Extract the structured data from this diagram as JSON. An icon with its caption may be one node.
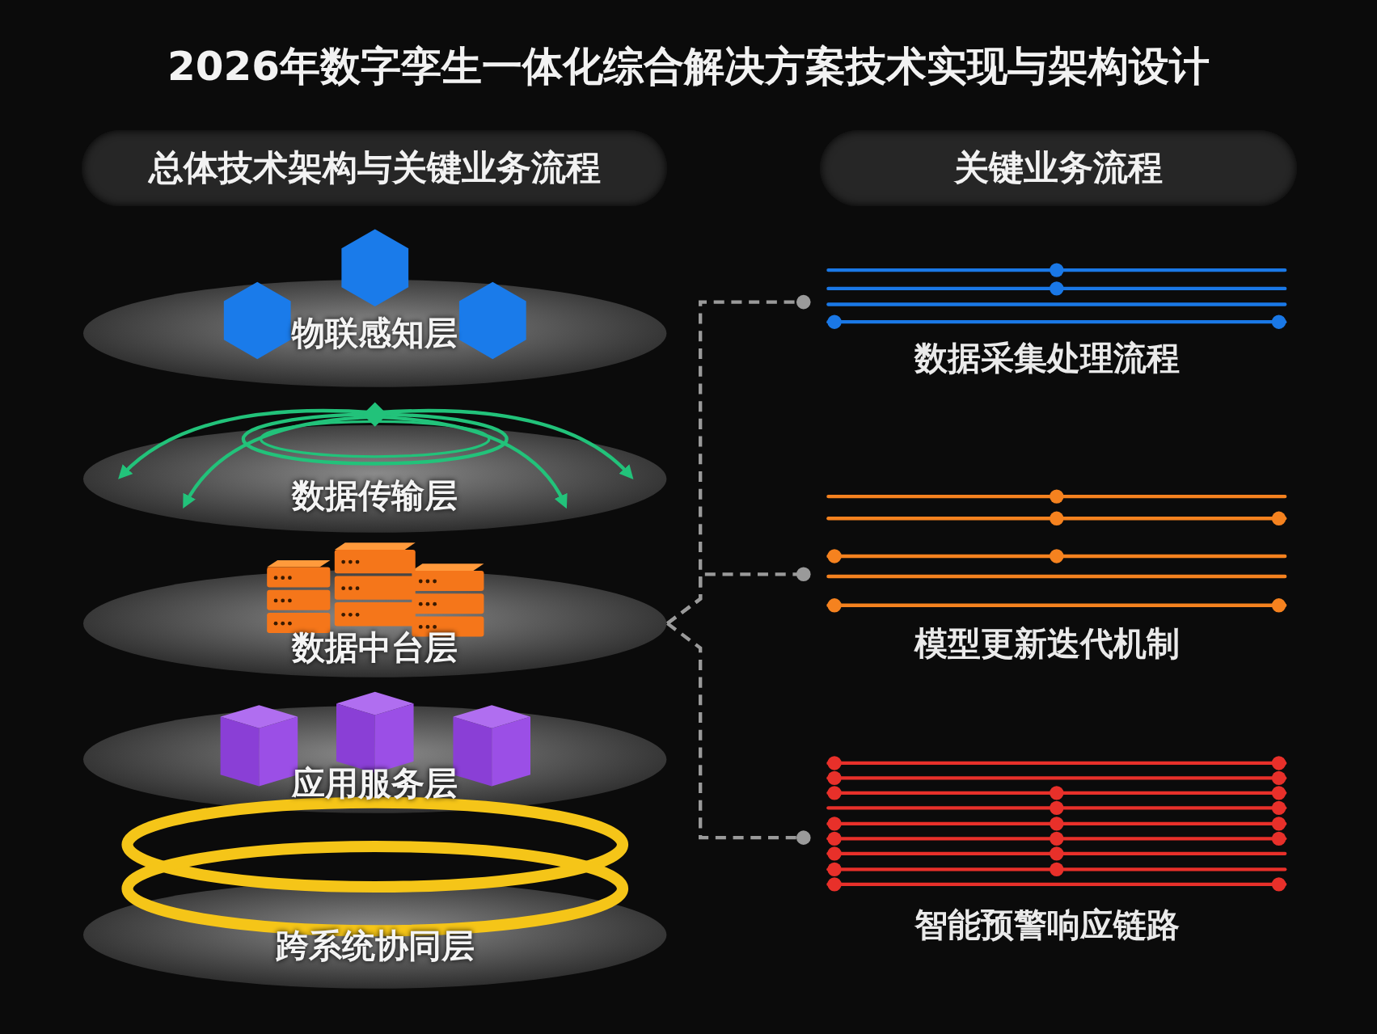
{
  "diagram": {
    "title": "2026年数字孪生一体化综合解决方案技术实现与架构设计",
    "nodes": [
      {
        "text": [
          "总体技术架构与关键业务流程"
        ]
      },
      {
        "text": [
          "关键业务流程"
        ]
      },
      {
        "text": [
          "物联感知层"
        ]
      },
      {
        "text": [
          "数据传输层"
        ]
      },
      {
        "text": [
          "数据中台层"
        ]
      },
      {
        "text": [
          "应用服务层"
        ]
      },
      {
        "text": [
          "跨系统协同层"
        ]
      },
      {
        "text": [
          "数据采集处理流程"
        ]
      },
      {
        "text": [
          "模型更新迭代机制"
        ]
      },
      {
        "text": [
          "智能预警响应链路"
        ]
      }
    ],
    "edges": [
      {
        "from": 4,
        "to": 7,
        "arrow": "other",
        "style": "dashed"
      },
      {
        "from": 4,
        "to": 8,
        "arrow": "other",
        "style": "dashed"
      },
      {
        "from": 4,
        "to": 9,
        "arrow": "other",
        "style": "dashed"
      }
    ]
  }
}
